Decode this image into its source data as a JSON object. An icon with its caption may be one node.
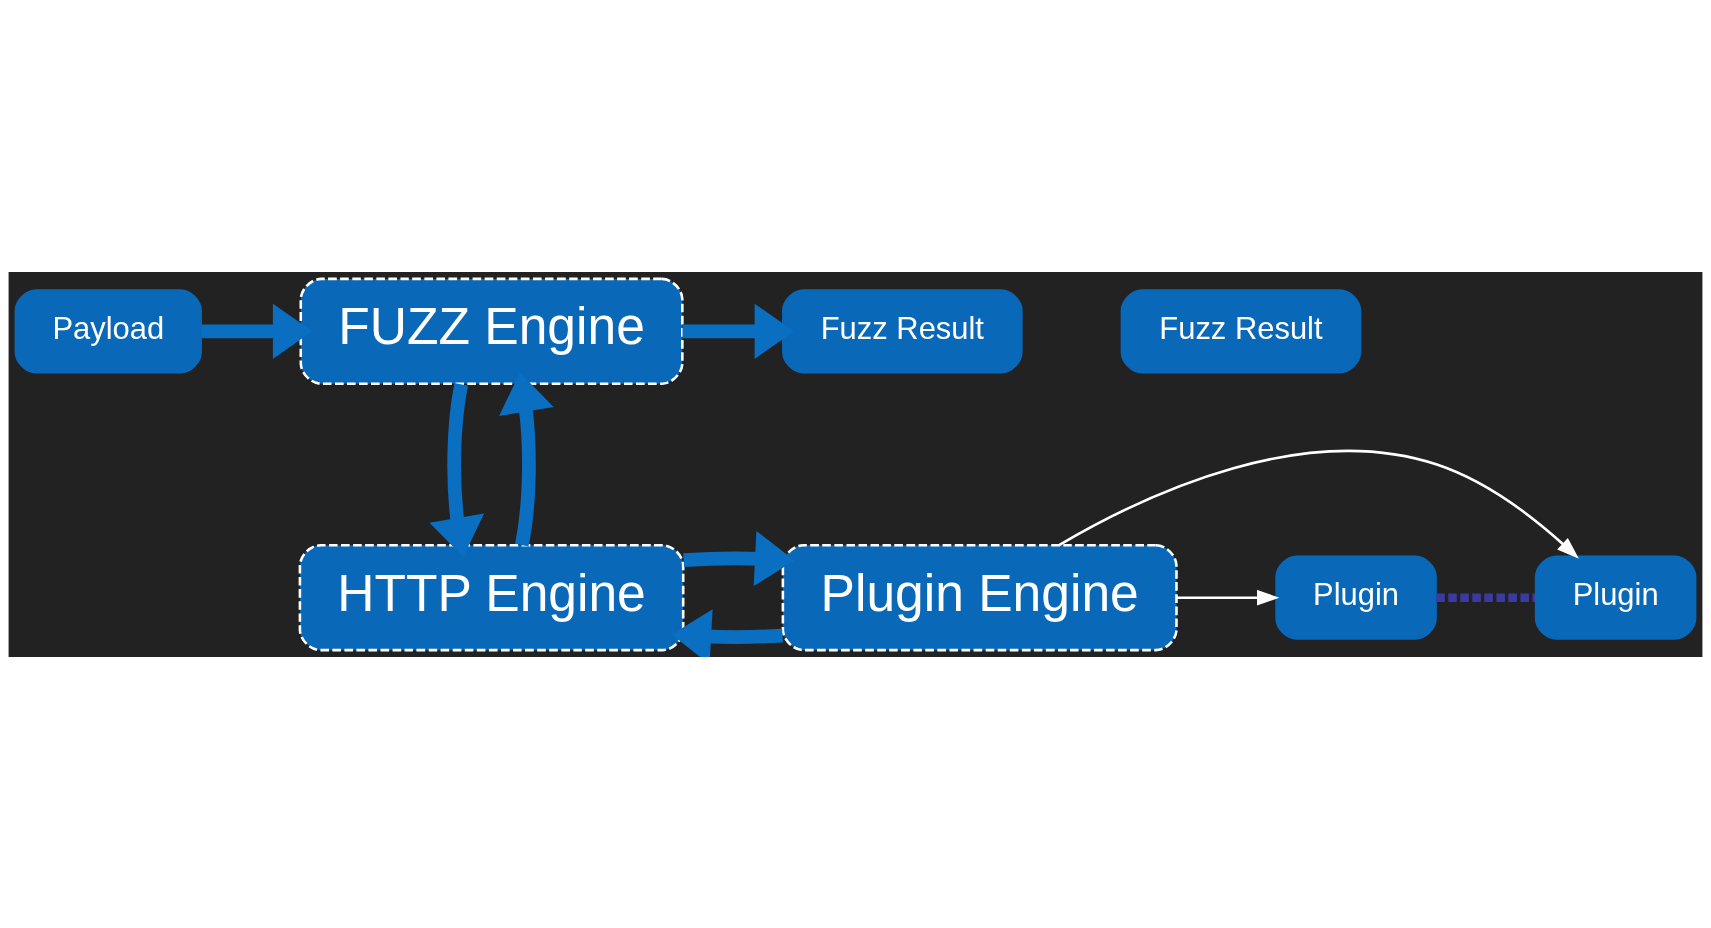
{
  "diagram": {
    "nodes": [
      {
        "text": [
          "FUZZ Engine"
        ]
      },
      {
        "text": [
          "Payload"
        ]
      },
      {
        "text": [
          "Fuzz Result"
        ]
      },
      {
        "text": [
          "Fuzz Result"
        ]
      },
      {
        "text": [
          "HTTP Engine"
        ]
      },
      {
        "text": [
          "Plugin Engine"
        ]
      },
      {
        "text": [
          "Plugin"
        ]
      },
      {
        "text": [
          "Plugin"
        ]
      }
    ],
    "edges": [
      {
        "from": 1,
        "to": 0,
        "arrow": "to"
      },
      {
        "from": 0,
        "to": 2,
        "arrow": "to"
      },
      {
        "from": 0,
        "to": 4,
        "arrow": "to"
      },
      {
        "from": 4,
        "to": 0,
        "arrow": "to"
      },
      {
        "from": 5,
        "to": 4,
        "arrow": "to"
      },
      {
        "from": 4,
        "to": 5,
        "arrow": "to"
      },
      {
        "from": 5,
        "to": 6,
        "arrow": "to",
        "color": "#ffffff"
      },
      {
        "from": 5,
        "to": 7,
        "arrow": "to",
        "color": "#ffffff"
      },
      {
        "from": 6,
        "to": 7,
        "arrow": "none",
        "style": "dashed",
        "color": "#3a3aa0"
      }
    ]
  }
}
